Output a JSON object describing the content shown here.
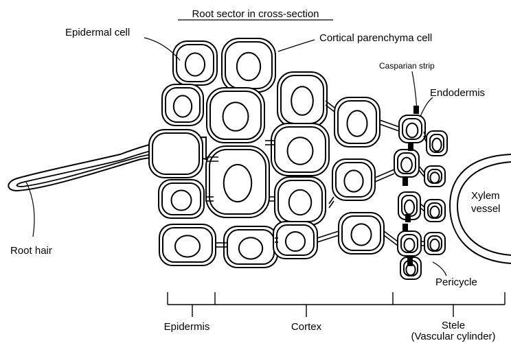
{
  "title": "Root sector in cross-section",
  "labels": {
    "epidermal_cell": "Epidermal cell",
    "cortical_parenchyma_cell": "Cortical parenchyma cell",
    "casparian_strip": "Casparian strip",
    "endodermis": "Endodermis",
    "xylem_vessel_line1": "Xylem",
    "xylem_vessel_line2": "vessel",
    "root_hair": "Root hair",
    "pericycle": "Pericycle"
  },
  "regions": {
    "epidermis": "Epidermis",
    "cortex": "Cortex",
    "stele": "Stele",
    "stele_sub": "(Vascular cylinder)"
  }
}
